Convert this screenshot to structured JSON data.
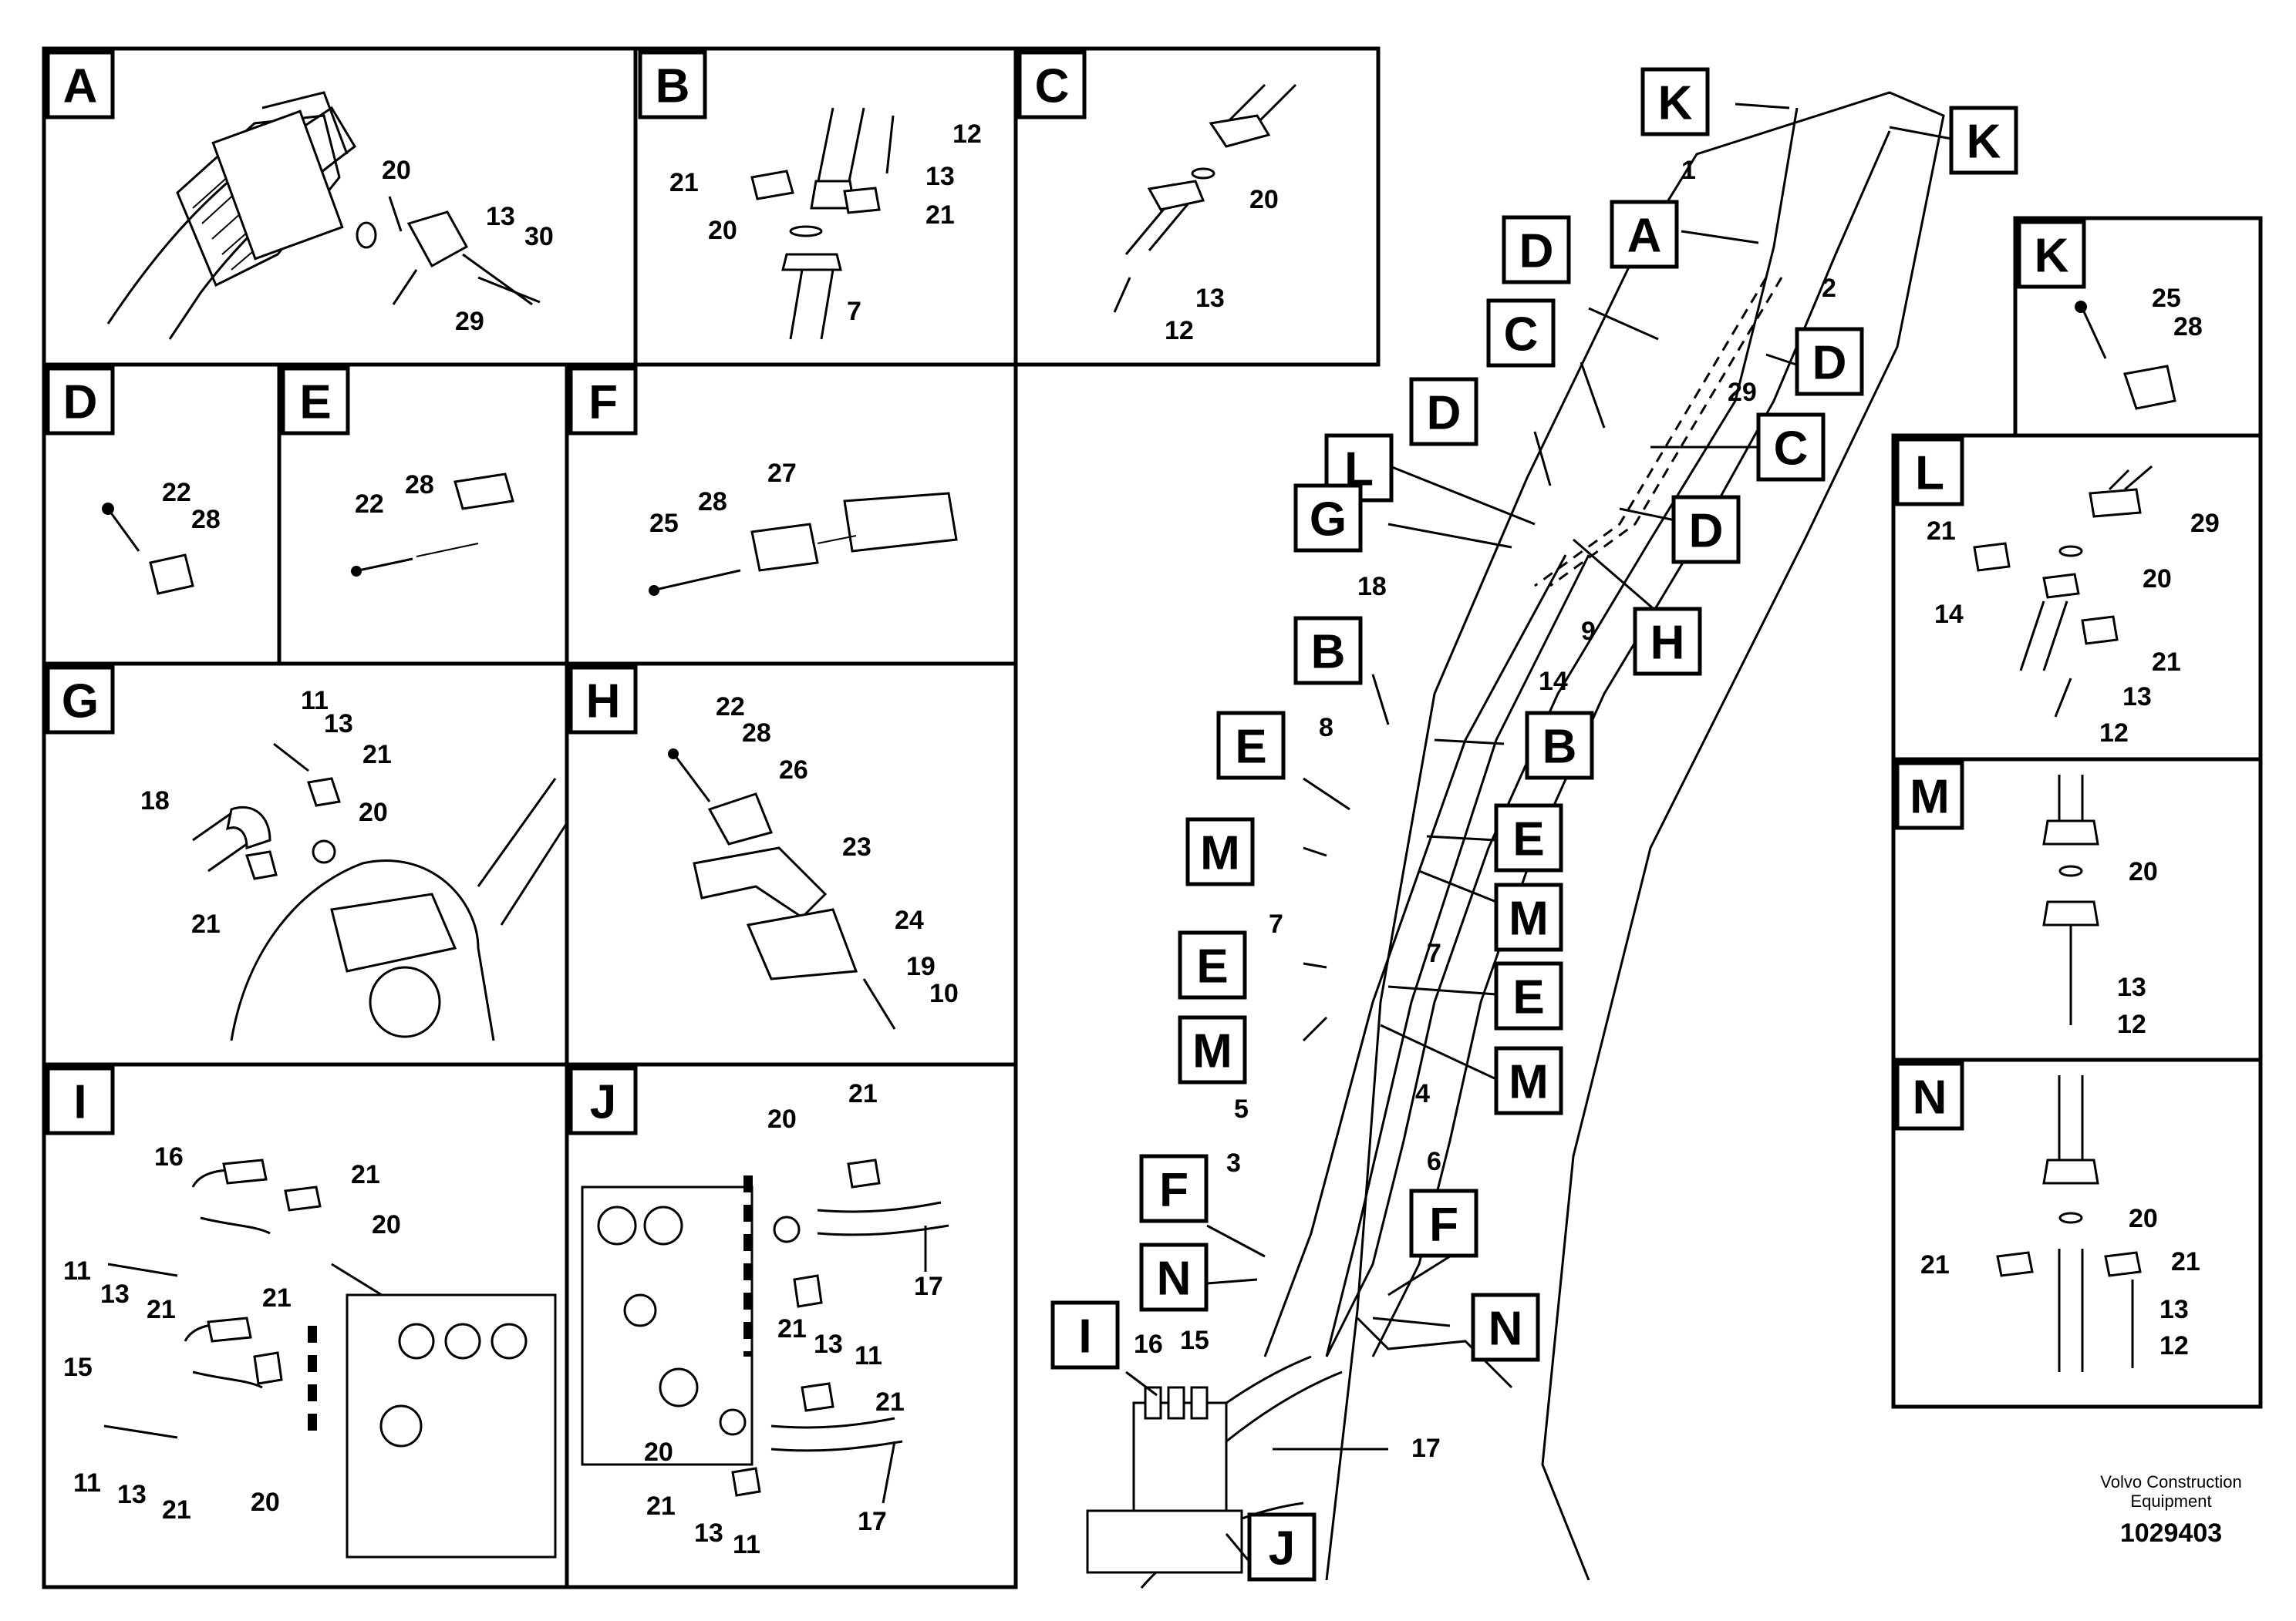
{
  "panels": {
    "A": {
      "tag": "A",
      "callouts": [
        "20",
        "13",
        "30",
        "29"
      ]
    },
    "B": {
      "tag": "B",
      "callouts": [
        "12",
        "21",
        "13",
        "20",
        "21",
        "7"
      ]
    },
    "C": {
      "tag": "C",
      "callouts": [
        "20",
        "13",
        "12"
      ]
    },
    "D": {
      "tag": "D",
      "callouts": [
        "22",
        "28"
      ]
    },
    "E": {
      "tag": "E",
      "callouts": [
        "22",
        "28"
      ]
    },
    "F": {
      "tag": "F",
      "callouts": [
        "27",
        "25",
        "28"
      ]
    },
    "G": {
      "tag": "G",
      "callouts": [
        "11",
        "13",
        "21",
        "18",
        "20",
        "21"
      ]
    },
    "H": {
      "tag": "H",
      "callouts": [
        "22",
        "28",
        "26",
        "23",
        "24",
        "19",
        "10"
      ]
    },
    "I": {
      "tag": "I",
      "callouts": [
        "16",
        "21",
        "20",
        "11",
        "13",
        "21",
        "21",
        "15",
        "11",
        "13",
        "21",
        "20"
      ]
    },
    "J": {
      "tag": "J",
      "callouts": [
        "20",
        "21",
        "17",
        "21",
        "13",
        "11",
        "21",
        "20",
        "21",
        "13",
        "11",
        "17"
      ]
    },
    "K": {
      "tag": "K",
      "callouts": [
        "25",
        "28"
      ]
    },
    "L": {
      "tag": "L",
      "callouts": [
        "29",
        "21",
        "20",
        "14",
        "21",
        "13",
        "12"
      ]
    },
    "M": {
      "tag": "M",
      "callouts": [
        "20",
        "13",
        "12"
      ]
    },
    "N": {
      "tag": "N",
      "callouts": [
        "20",
        "21",
        "21",
        "13",
        "12"
      ]
    }
  },
  "main": {
    "tags": [
      "K",
      "K",
      "A",
      "D",
      "D",
      "C",
      "C",
      "D",
      "L",
      "G",
      "D",
      "H",
      "B",
      "B",
      "E",
      "E",
      "M",
      "M",
      "E",
      "E",
      "M",
      "M",
      "F",
      "F",
      "N",
      "N",
      "I",
      "J"
    ],
    "callouts": [
      "1",
      "2",
      "29",
      "18",
      "9",
      "14",
      "8",
      "7",
      "7",
      "5",
      "4",
      "3",
      "6",
      "16",
      "15",
      "17"
    ]
  },
  "footer": {
    "brand_line1": "Volvo Construction",
    "brand_line2": "Equipment",
    "doc_number": "1029403"
  }
}
